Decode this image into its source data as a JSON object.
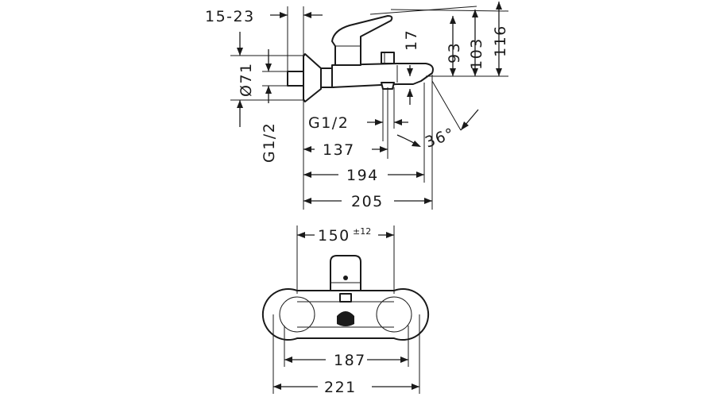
{
  "side_view": {
    "dim_flow_spacing": "15-23",
    "dim_dia": "Ø71",
    "dim_inlet_thread": "G1/2",
    "dim_outlet_thread": "G1/2",
    "dim_spout_drop": "17",
    "dim_h93": "93",
    "dim_h103": "103",
    "dim_h116": "116",
    "dim_angle": "36°",
    "dim_l137": "137",
    "dim_l194": "194",
    "dim_l205": "205"
  },
  "front_view": {
    "dim_center": "150",
    "dim_center_tol": "±12",
    "dim_inner": "187",
    "dim_outer": "221"
  }
}
